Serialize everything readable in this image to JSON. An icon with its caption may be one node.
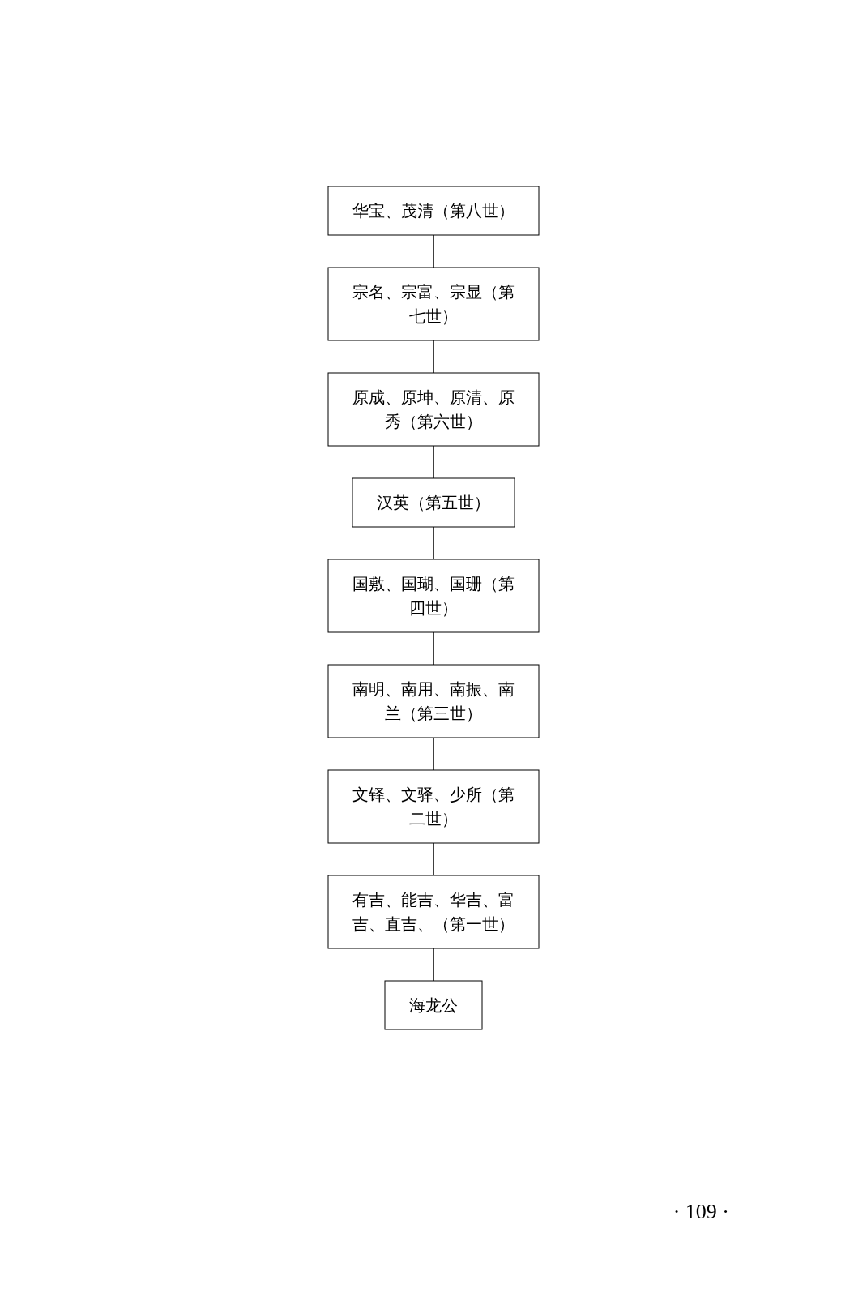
{
  "diagram": {
    "nodes": [
      {
        "text": [
          "海龙公"
        ]
      },
      {
        "text": [
          "有吉、能吉、华吉、富吉、直吉、（第一世）"
        ]
      },
      {
        "text": [
          "文铎、文驿、少所（第二世）"
        ]
      },
      {
        "text": [
          "南明、南用、南振、南兰（第三世）"
        ]
      },
      {
        "text": [
          "国敷、国瑚、国珊（第四世）"
        ]
      },
      {
        "text": [
          "汉英（第五世）"
        ]
      },
      {
        "text": [
          "原成、原坤、原清、原秀（第六世）"
        ]
      },
      {
        "text": [
          "宗名、宗富、宗显（第七世）"
        ]
      },
      {
        "text": [
          "华宝、茂清（第八世）"
        ]
      }
    ],
    "edges": [
      {
        "from": 0,
        "to": 1,
        "arrow": "none"
      },
      {
        "from": 1,
        "to": 2,
        "arrow": "none"
      },
      {
        "from": 2,
        "to": 3,
        "arrow": "none"
      },
      {
        "from": 3,
        "to": 4,
        "arrow": "none"
      },
      {
        "from": 4,
        "to": 5,
        "arrow": "none"
      },
      {
        "from": 5,
        "to": 6,
        "arrow": "none"
      },
      {
        "from": 6,
        "to": 7,
        "arrow": "none"
      },
      {
        "from": 7,
        "to": 8,
        "arrow": "none"
      }
    ],
    "labels": [
      "· 109 ·"
    ]
  }
}
